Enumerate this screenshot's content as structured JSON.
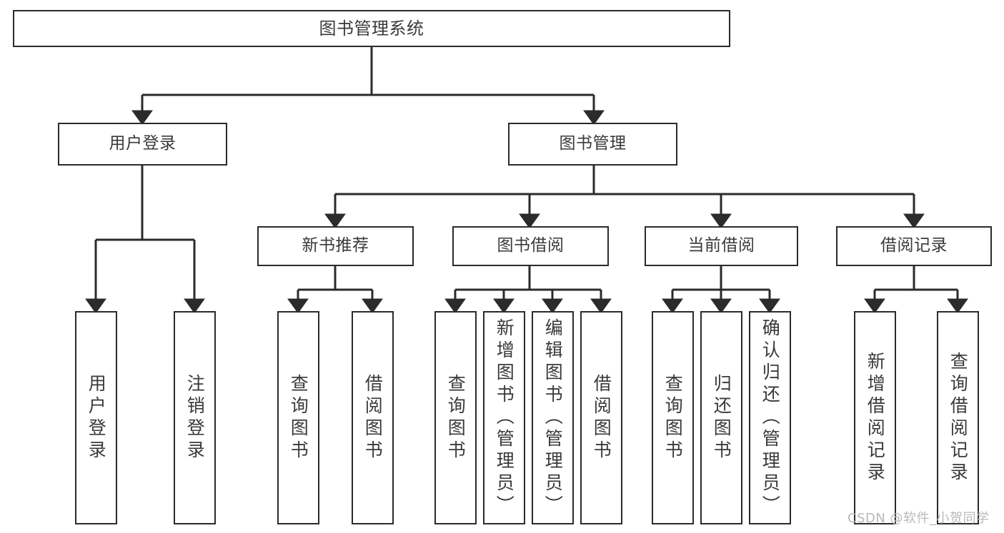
{
  "diagram": {
    "title": "图书管理系统",
    "type": "tree",
    "watermark": "CSDN @软件_小贺同学",
    "stroke_color": "#2b2b2b",
    "text_color": "#3a3a3a",
    "background_color": "#ffffff",
    "nodes": {
      "root": {
        "label": "图书管理系统"
      },
      "level2": [
        {
          "id": "user-login",
          "label": "用户登录"
        },
        {
          "id": "book-manage",
          "label": "图书管理"
        }
      ],
      "level3": [
        {
          "id": "new-book-recommend",
          "label": "新书推荐"
        },
        {
          "id": "book-borrow",
          "label": "图书借阅"
        },
        {
          "id": "current-borrow",
          "label": "当前借阅"
        },
        {
          "id": "borrow-record",
          "label": "借阅记录"
        }
      ],
      "leaves": {
        "user_login": [
          {
            "id": "leaf-user-login",
            "label": "用户登录"
          },
          {
            "id": "leaf-logout-login",
            "label": "注销登录"
          }
        ],
        "new_book_recommend": [
          {
            "id": "leaf-query-book-1",
            "label": "查询图书"
          },
          {
            "id": "leaf-borrow-book-1",
            "label": "借阅图书"
          }
        ],
        "book_borrow": [
          {
            "id": "leaf-query-book-2",
            "label": "查询图书"
          },
          {
            "id": "leaf-add-book",
            "label": "新增图书（管理员）"
          },
          {
            "id": "leaf-edit-book",
            "label": "编辑图书（管理员）"
          },
          {
            "id": "leaf-borrow-book-2",
            "label": "借阅图书"
          }
        ],
        "current_borrow": [
          {
            "id": "leaf-query-book-3",
            "label": "查询图书"
          },
          {
            "id": "leaf-return-book",
            "label": "归还图书"
          },
          {
            "id": "leaf-confirm-return",
            "label": "确认归还（管理员）"
          }
        ],
        "borrow_record": [
          {
            "id": "leaf-add-borrow-record",
            "label": "新增借阅记录"
          },
          {
            "id": "leaf-query-borrow-record",
            "label": "查询借阅记录"
          }
        ]
      }
    }
  }
}
